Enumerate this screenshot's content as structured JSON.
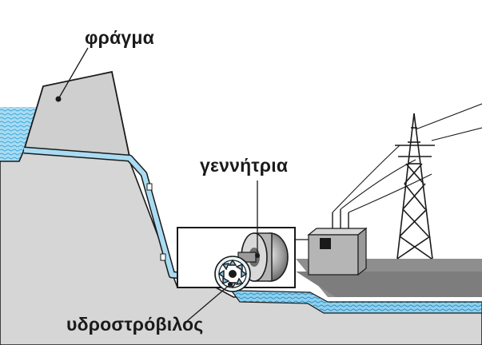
{
  "labels": {
    "dam": "φράγμα",
    "generator": "γεννήτρια",
    "turbine": "υδροστρόβιλος"
  },
  "colors": {
    "water": "#8fd3ef",
    "water_wave": "#3aa6d9",
    "ground": "#d6d6d6",
    "ground_dark": "#8a8a8a",
    "outline": "#1a1a1a",
    "pipe": "#cfe9f7"
  }
}
